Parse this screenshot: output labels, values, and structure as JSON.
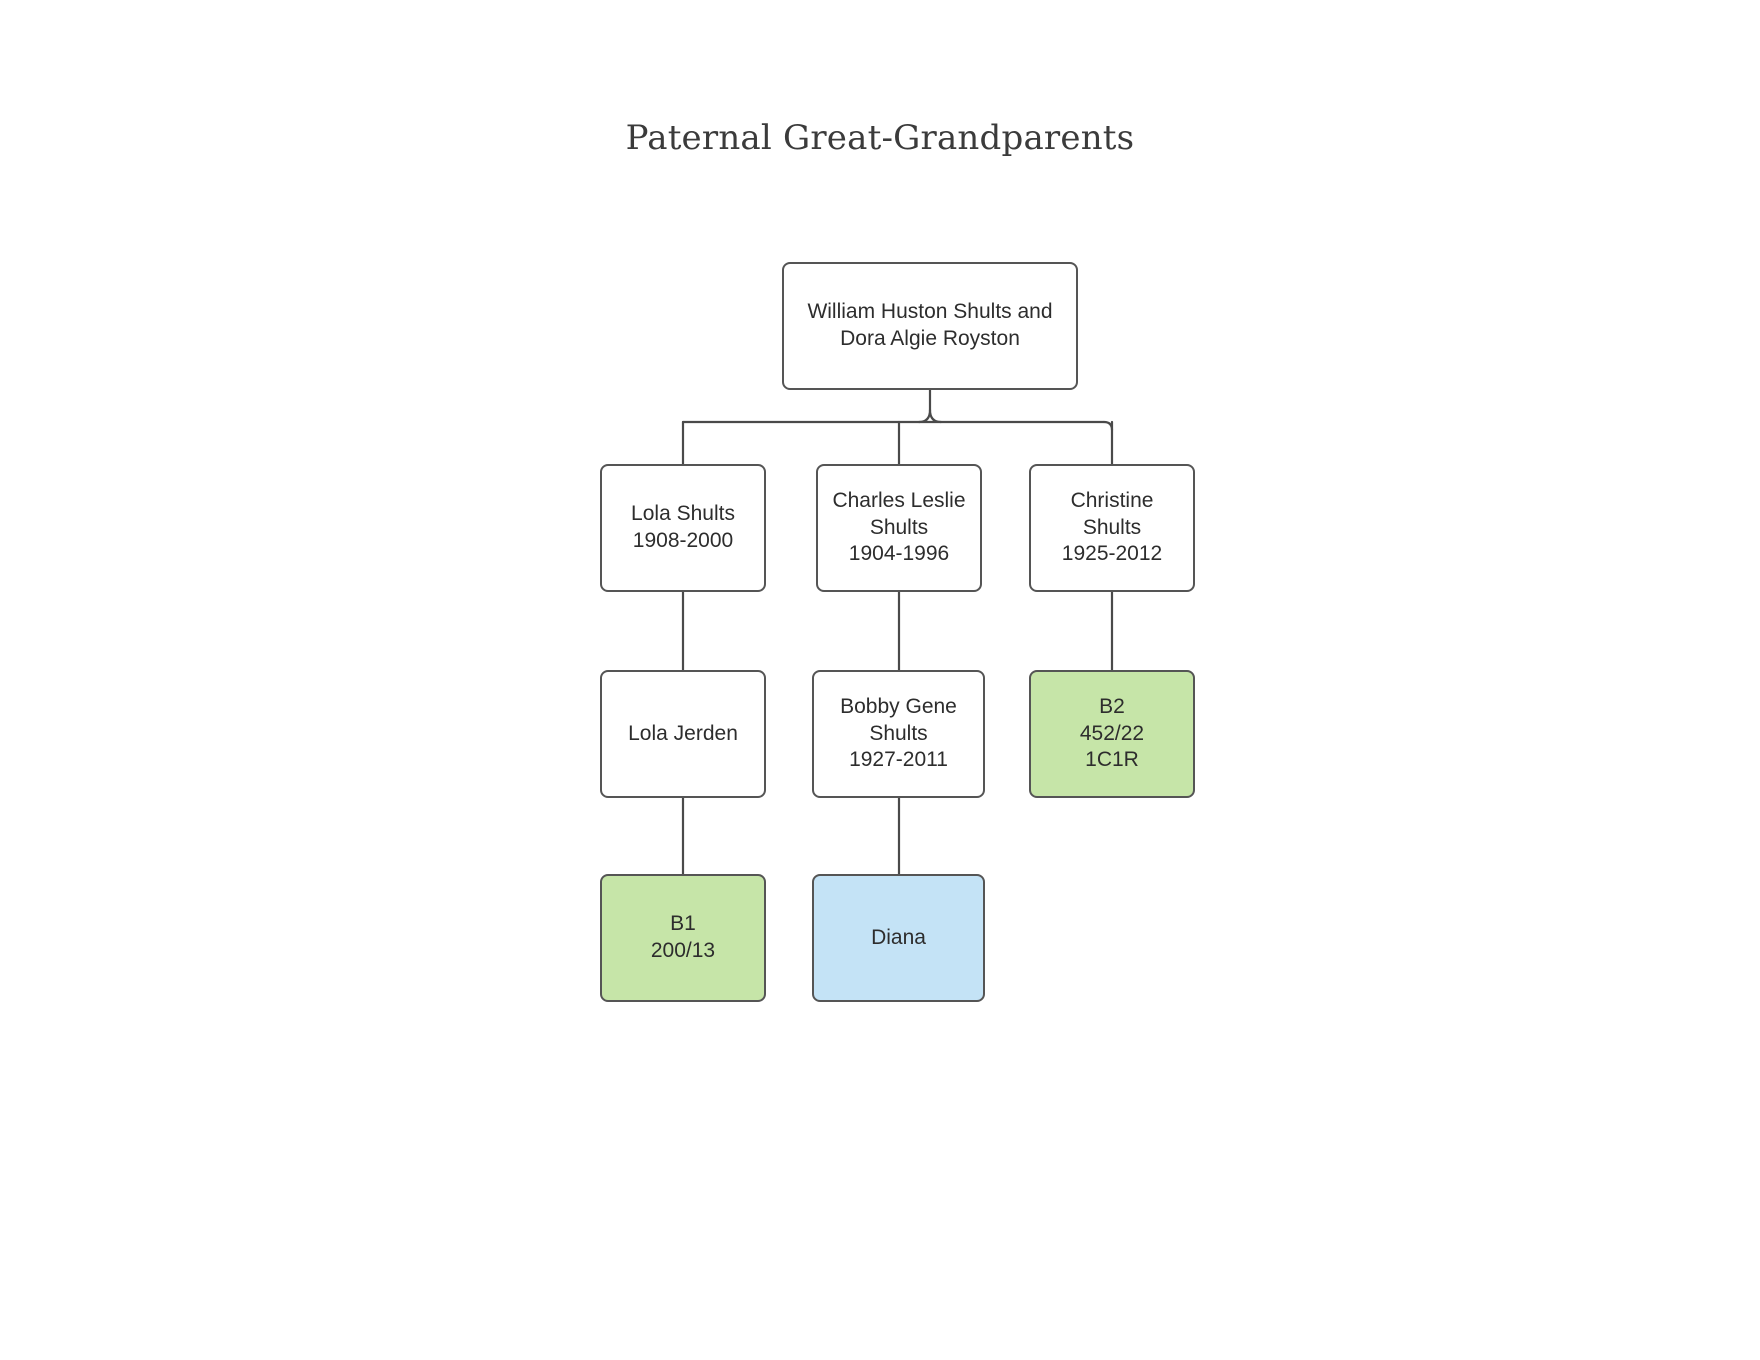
{
  "title": "Paternal Great-Grandparents",
  "colors": {
    "node_border": "#555555",
    "node_fill": "#ffffff",
    "green_fill": "#c6e5a8",
    "blue_fill": "#c4e3f6",
    "edge": "#4a4a4a",
    "title_text": "#3b3b3b",
    "node_text": "#2d2d2d"
  },
  "nodes": {
    "root": {
      "line1": "William Huston Shults and",
      "line2": "Dora Algie Royston"
    },
    "lola_shults": {
      "line1": "Lola Shults",
      "line2": "1908-2000"
    },
    "charles_leslie_shults": {
      "line1": "Charles Leslie",
      "line2": "Shults",
      "line3": "1904-1996"
    },
    "christine_shults": {
      "line1": "Christine",
      "line2": "Shults",
      "line3": "1925-2012"
    },
    "lola_jerden": {
      "line1": "Lola Jerden"
    },
    "bobby_gene_shults": {
      "line1": "Bobby Gene",
      "line2": "Shults",
      "line3": "1927-2011"
    },
    "b2": {
      "line1": "B2",
      "line2": "452/22",
      "line3": "1C1R"
    },
    "b1": {
      "line1": "B1",
      "line2": "200/13"
    },
    "diana": {
      "line1": "Diana"
    }
  },
  "edges": [
    {
      "from": "root",
      "to": "lola_shults"
    },
    {
      "from": "root",
      "to": "charles_leslie_shults"
    },
    {
      "from": "root",
      "to": "christine_shults"
    },
    {
      "from": "lola_shults",
      "to": "lola_jerden"
    },
    {
      "from": "charles_leslie_shults",
      "to": "bobby_gene_shults"
    },
    {
      "from": "christine_shults",
      "to": "b2"
    },
    {
      "from": "lola_jerden",
      "to": "b1"
    },
    {
      "from": "bobby_gene_shults",
      "to": "diana"
    }
  ]
}
